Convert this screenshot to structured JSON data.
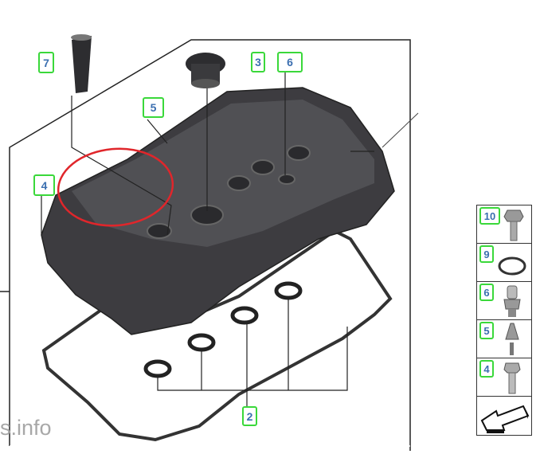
{
  "diagram": {
    "callouts": [
      {
        "id": "7",
        "label": "7"
      },
      {
        "id": "3",
        "label": "3"
      },
      {
        "id": "6",
        "label": "6"
      },
      {
        "id": "5",
        "label": "5"
      },
      {
        "id": "4",
        "label": "4"
      },
      {
        "id": "2",
        "label": "2"
      }
    ],
    "watermark": "s.info",
    "highlight_color": "#e0262b",
    "callout_border_color": "#3ad83a",
    "callout_text_color": "#3b6fb0"
  },
  "legend": {
    "items": [
      {
        "label": "10",
        "icon": "bolt-icon"
      },
      {
        "label": "9",
        "icon": "ring-icon"
      },
      {
        "label": "6",
        "icon": "stud-icon"
      },
      {
        "label": "5",
        "icon": "pin-icon"
      },
      {
        "label": "4",
        "icon": "bolt-icon"
      }
    ],
    "footer_icon": "arrow-icon"
  }
}
